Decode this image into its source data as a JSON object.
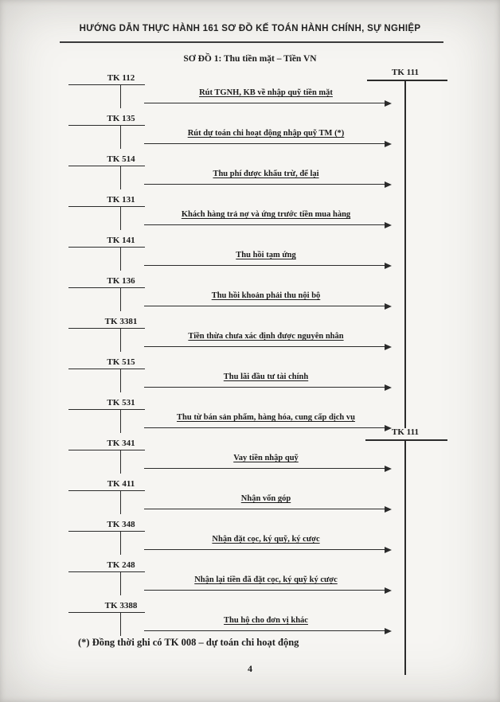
{
  "page": {
    "header": "HƯỚNG DẪN THỰC HÀNH 161 SƠ ĐỒ KẾ TOÁN HÀNH CHÍNH, SỰ NGHIỆP",
    "title": "SƠ ĐỒ 1: Thu tiền mặt – Tiền VN",
    "footnote": "(*) Đồng thời ghi có TK 008 – dự toán chi hoạt động",
    "page_number": "4"
  },
  "diagram": {
    "right_accounts": [
      {
        "label": "TK 111"
      },
      {
        "label": "TK 111"
      }
    ],
    "rows": [
      {
        "account": "TK 112",
        "label": "Rút TGNH, KB về nhập quỹ tiền mặt"
      },
      {
        "account": "TK 135",
        "label": "Rút dự toán chi hoạt động nhập quỹ TM (*)"
      },
      {
        "account": "TK 514",
        "label": "Thu phí được khấu trừ, để lại"
      },
      {
        "account": "TK 131",
        "label": "Khách hàng trả nợ và ứng trước tiền mua hàng"
      },
      {
        "account": "TK 141",
        "label": "Thu hồi tạm ứng"
      },
      {
        "account": "TK 136",
        "label": "Thu hồi khoản phải thu nội bộ"
      },
      {
        "account": "TK 3381",
        "label": "Tiền thừa chưa xác định được nguyên nhân"
      },
      {
        "account": "TK 515",
        "label": "Thu lãi đầu tư tài chính"
      },
      {
        "account": "TK 531",
        "label": "Thu từ bán sản phẩm, hàng hóa, cung cấp dịch vụ"
      },
      {
        "account": "TK 341",
        "label": "Vay tiền nhập quỹ"
      },
      {
        "account": "TK 411",
        "label": "Nhận vốn góp"
      },
      {
        "account": "TK 348",
        "label": "Nhận đặt cọc, ký quỹ, ký cược"
      },
      {
        "account": "TK 248",
        "label": "Nhận lại tiền đã đặt cọc, ký quỹ ký cược"
      },
      {
        "account": "TK 3388",
        "label": "Thu hộ cho đơn vị khác"
      }
    ]
  }
}
